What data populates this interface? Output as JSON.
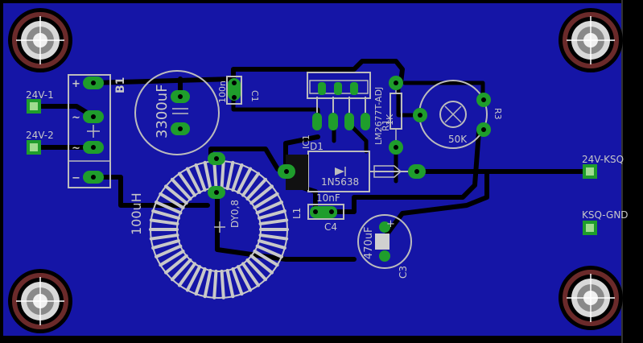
{
  "board": {
    "colors": {
      "copper": "#1515a6",
      "background": "#000000",
      "silk": "#bcbcbc",
      "pad": "#1f9d2c",
      "trace": "#000000"
    }
  },
  "components": {
    "bridge": {
      "ref": "B1",
      "pins": [
        "+",
        "~",
        "~",
        "−"
      ]
    },
    "cap_big": {
      "value": "3300uF"
    },
    "cap_c1": {
      "ref": "C1",
      "value": "100n"
    },
    "regulator": {
      "ref": "IC1",
      "part": "LM2677T-ADJ"
    },
    "resistor_r1": {
      "ref": "R1",
      "value": "1K"
    },
    "pot_r3": {
      "ref": "R3",
      "value": "50K"
    },
    "diode": {
      "ref": "D1",
      "part": "1N5638"
    },
    "cap_c4": {
      "ref": "C4",
      "value": "10nF"
    },
    "inductor": {
      "ref": "L1",
      "value": "100uH",
      "wire": "DY0,8"
    },
    "cap_c3": {
      "ref": "C3",
      "value": "470uF",
      "polarity": "+"
    }
  },
  "connectors": {
    "in1": "24V-1",
    "in2": "24V-2",
    "out_pos": "24V-KSQ",
    "out_gnd": "KSQ-GND"
  }
}
